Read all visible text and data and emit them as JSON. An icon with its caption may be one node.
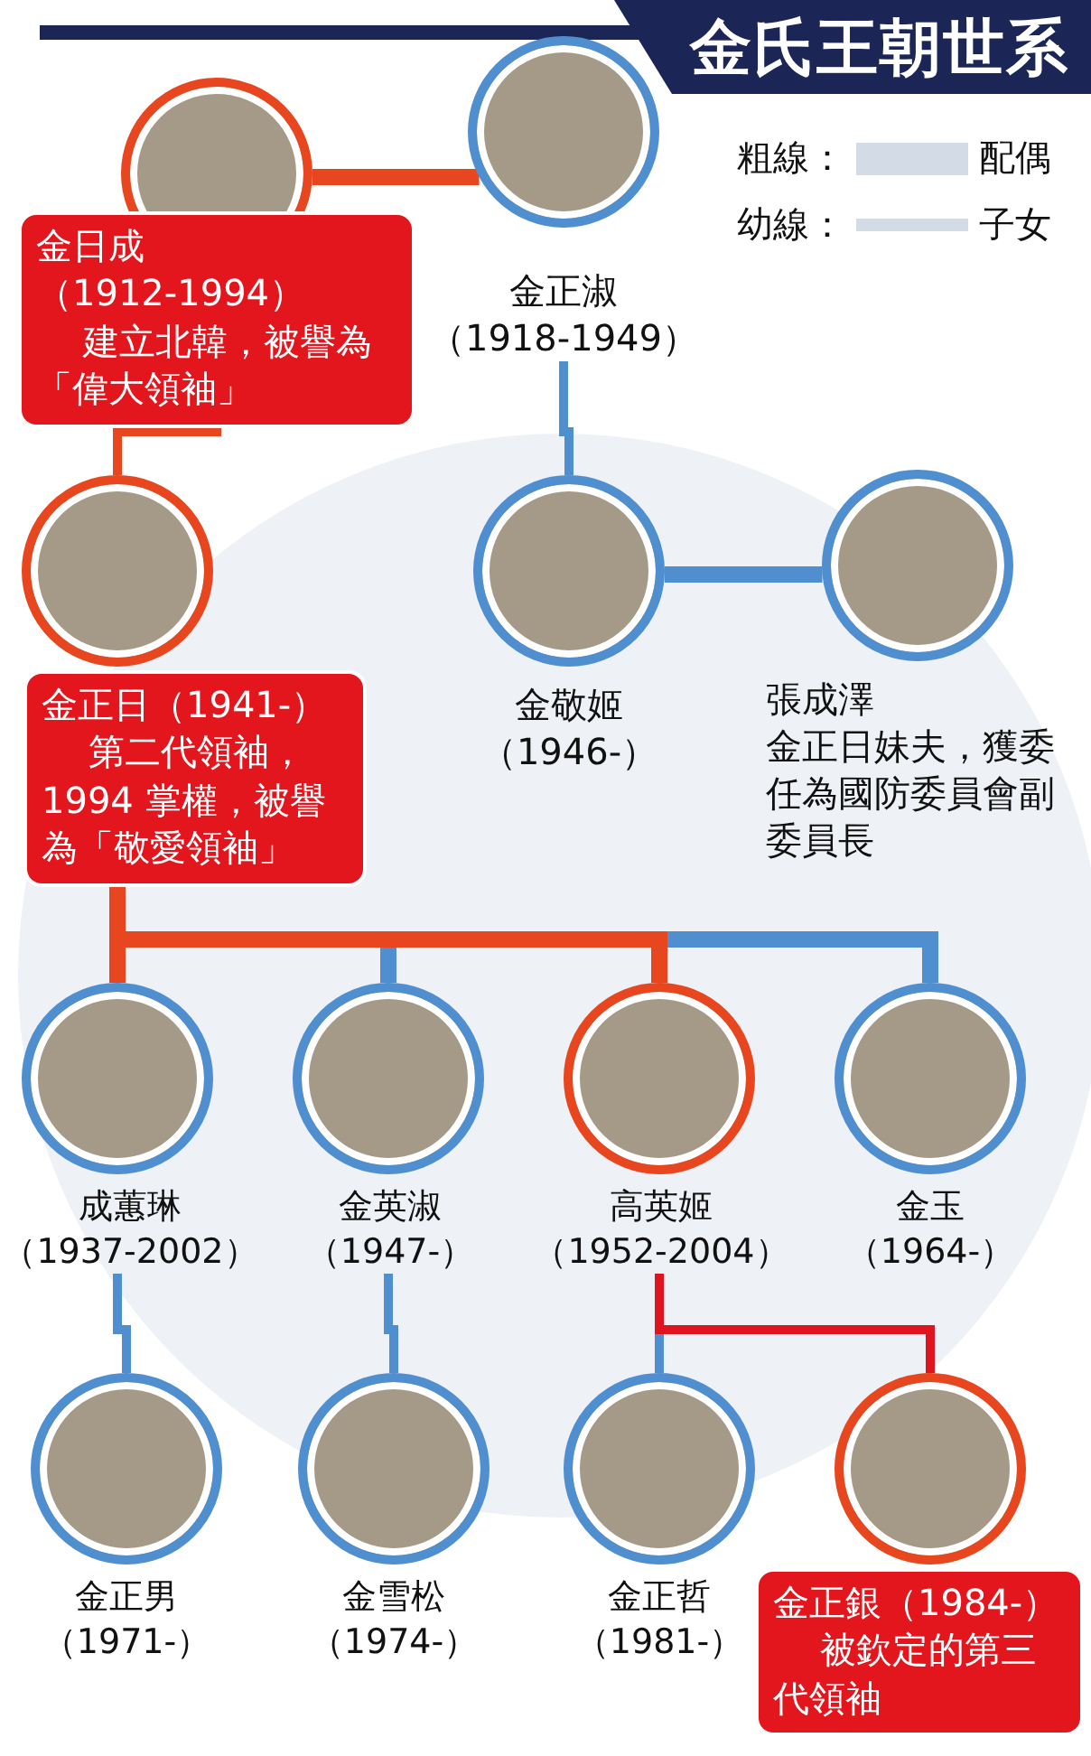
{
  "diagram": {
    "title": "金氏王朝世系",
    "nodes": [
      {
        "text": [
          "金日成",
          "（1912-1994）",
          "建立北韓，被譽為「偉大領袖」"
        ]
      },
      {
        "text": [
          "金正淑",
          "（1918-1949）"
        ]
      },
      {
        "text": [
          "金正日",
          "（1941-）",
          "第二代領袖，1994 掌權，被譽為「敬愛領袖」"
        ]
      },
      {
        "text": [
          "金敬姬",
          "（1946-）"
        ]
      },
      {
        "text": [
          "張成澤",
          "金正日妹夫，獲委任為國防委員會副委員長"
        ]
      },
      {
        "text": [
          "成蕙琳",
          "（1937-2002）"
        ]
      },
      {
        "text": [
          "金英淑",
          "（1947-）"
        ]
      },
      {
        "text": [
          "高英姬",
          "（1952-2004）"
        ]
      },
      {
        "text": [
          "金玉",
          "（1964-）"
        ]
      },
      {
        "text": [
          "金正男",
          "（1971-）"
        ]
      },
      {
        "text": [
          "金雪松",
          "（1974-）"
        ]
      },
      {
        "text": [
          "金正哲",
          "（1981-）"
        ]
      },
      {
        "text": [
          "金正銀",
          "（1984-）",
          "被欽定的第三代領袖"
        ]
      }
    ],
    "edges": [
      {
        "from": 0,
        "to": 1,
        "arrow": "none",
        "style": "thick",
        "color": "#e8461e"
      },
      {
        "from": 0,
        "to": 2,
        "arrow": "none",
        "color": "#e8461e"
      },
      {
        "from": 1,
        "to": 3,
        "arrow": "none",
        "color": "#4f8fd0"
      },
      {
        "from": 3,
        "to": 4,
        "arrow": "none",
        "style": "thick",
        "color": "#4f8fd0"
      },
      {
        "from": 2,
        "to": 5,
        "arrow": "none",
        "style": "thick",
        "color": "#e8461e"
      },
      {
        "from": 2,
        "to": 6,
        "arrow": "none",
        "style": "thick",
        "color": "#4f8fd0"
      },
      {
        "from": 2,
        "to": 7,
        "arrow": "none",
        "style": "thick",
        "color": "#e8461e"
      },
      {
        "from": 2,
        "to": 8,
        "arrow": "none",
        "style": "thick",
        "color": "#4f8fd0"
      },
      {
        "from": 5,
        "to": 9,
        "arrow": "none",
        "color": "#4f8fd0"
      },
      {
        "from": 6,
        "to": 10,
        "arrow": "none",
        "color": "#4f8fd0"
      },
      {
        "from": 7,
        "to": 11,
        "arrow": "none",
        "color": "#4f8fd0"
      },
      {
        "from": 7,
        "to": 12,
        "arrow": "none",
        "color": "#e0141e"
      }
    ],
    "labels": [
      "粗線：",
      "幼線："
    ],
    "legend": [
      {
        "text": "配偶"
      },
      {
        "text": "子女"
      }
    ]
  }
}
